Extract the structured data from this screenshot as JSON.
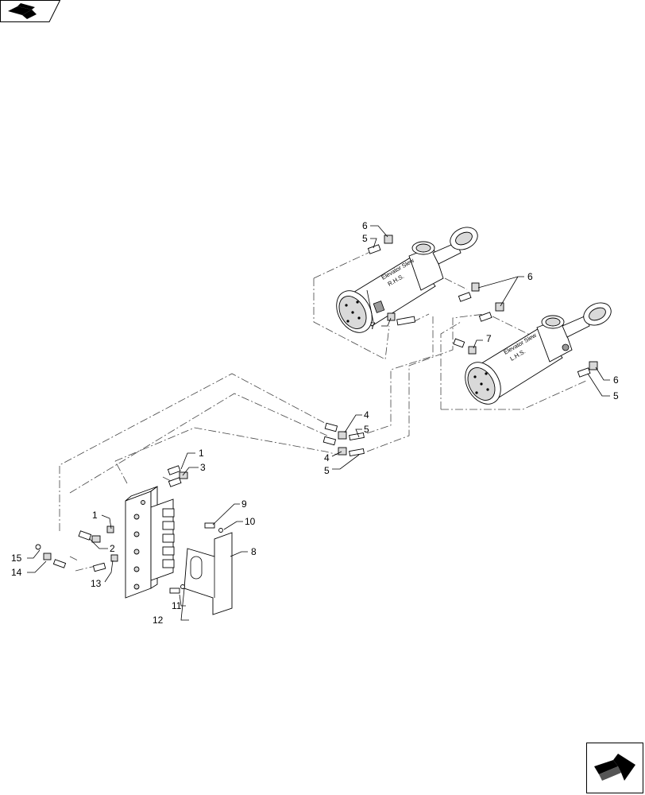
{
  "diagram": {
    "cylinder_rhs_label_line1": "Elevator Slew",
    "cylinder_rhs_label_line2": "R.H.S.",
    "cylinder_lhs_label_line1": "Elevator Slew",
    "cylinder_lhs_label_line2": "L.H.S.",
    "callouts": {
      "c1a": "1",
      "c3": "3",
      "c1b": "1",
      "c2": "2",
      "c13": "13",
      "c15": "15",
      "c14": "14",
      "c9": "9",
      "c10": "10",
      "c8": "8",
      "c11": "11",
      "c12": "12",
      "c4a": "4",
      "c5a": "5",
      "c4b": "4",
      "c5b": "5",
      "c6a": "6",
      "c5c": "5",
      "c7a": "7",
      "c6b": "6",
      "c7b": "7",
      "c6c": "6",
      "c5d": "5"
    }
  },
  "nav": {
    "prev_icon": "back-arrow-icon",
    "next_icon": "forward-arrow-icon"
  }
}
